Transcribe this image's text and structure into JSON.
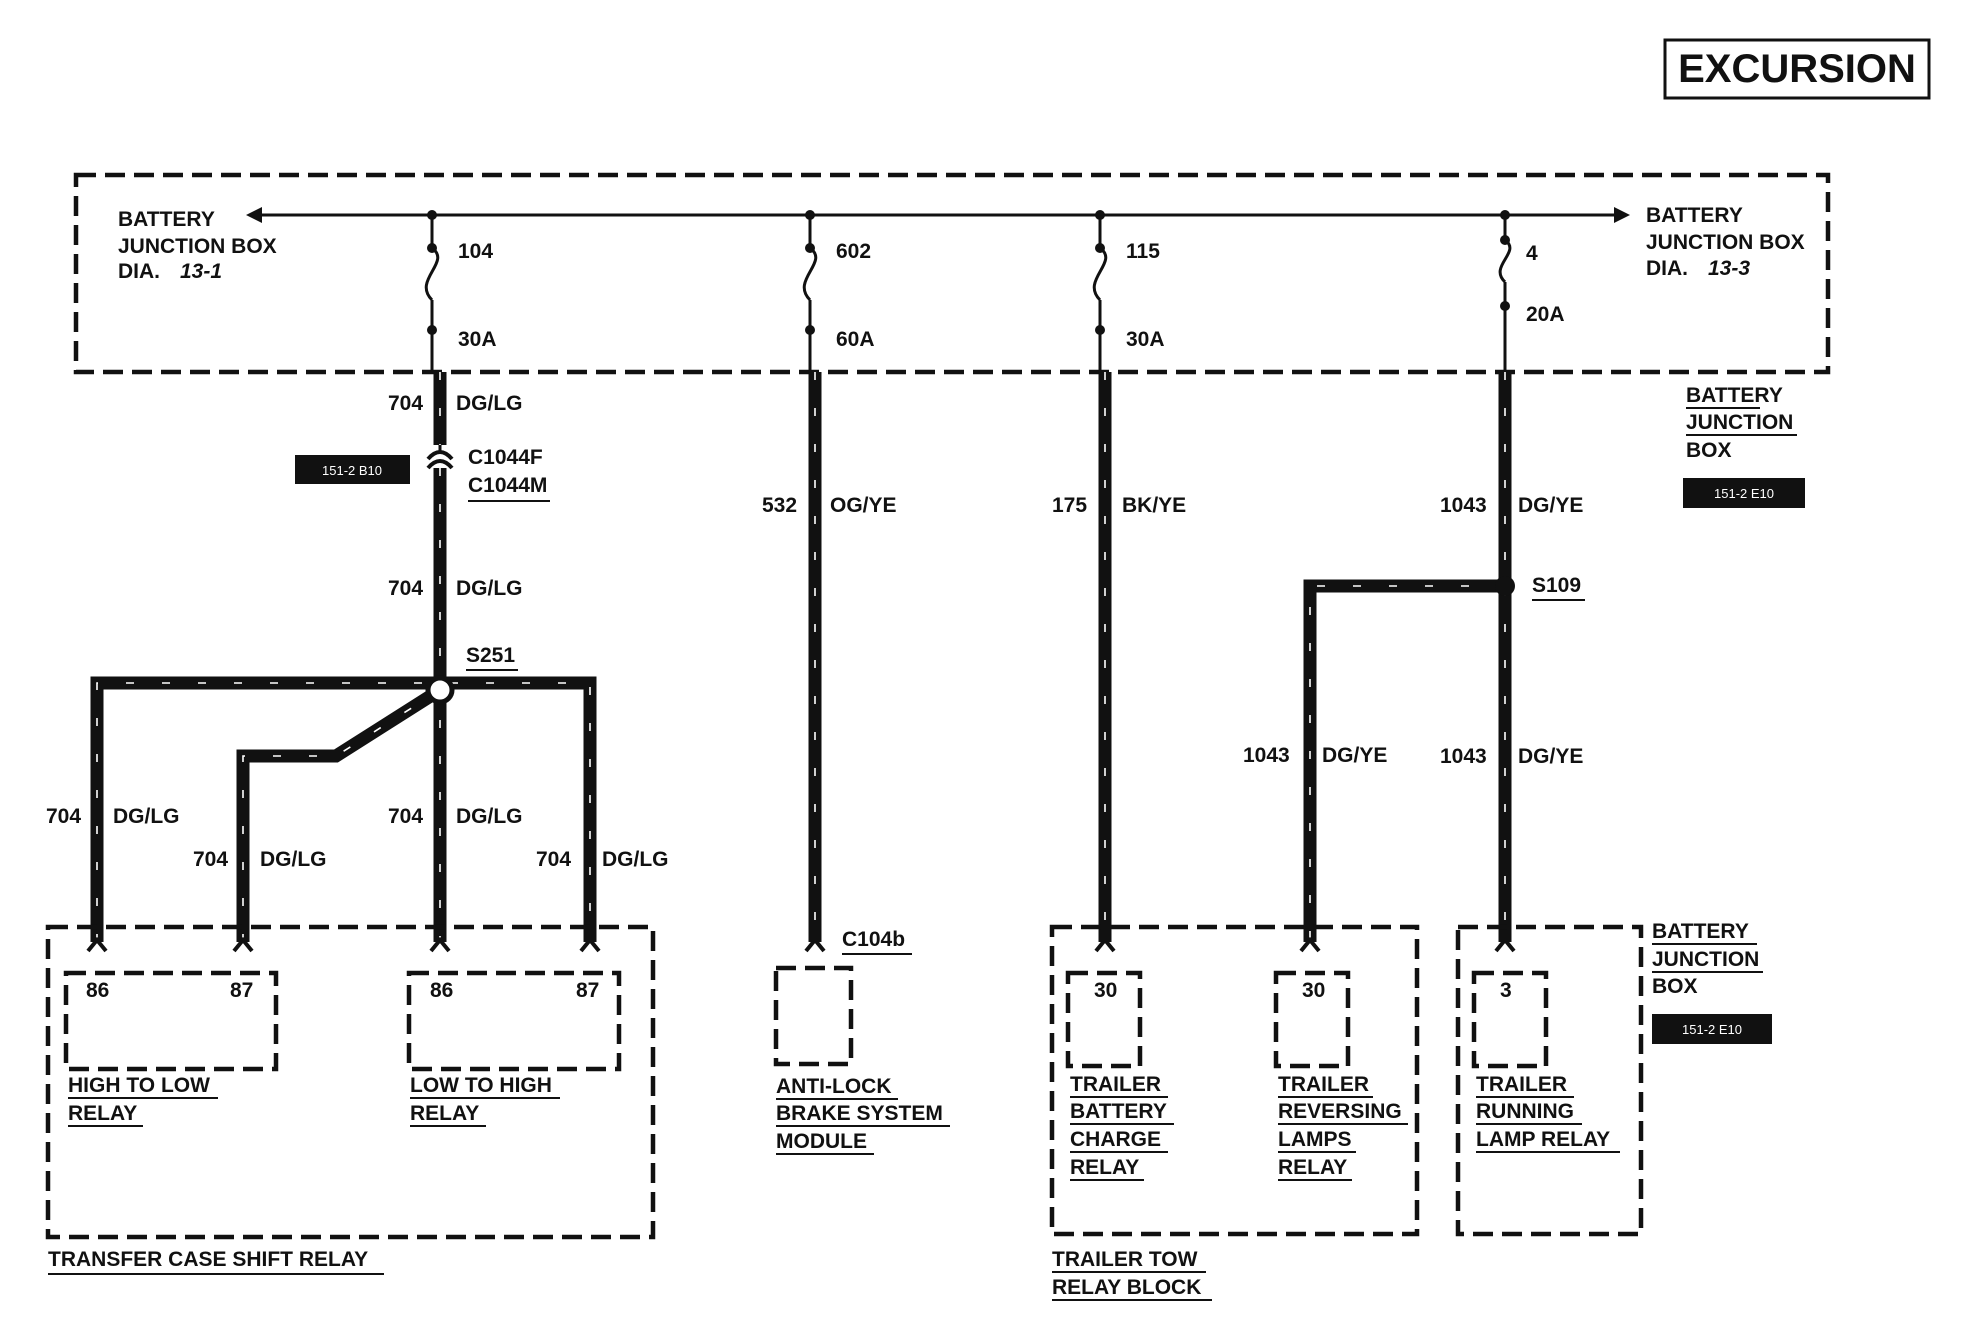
{
  "title": "EXCURSION",
  "bjb_label": "BATTERY JUNCTION BOX",
  "bus_left": {
    "line1": "BATTERY",
    "line2": "JUNCTION BOX",
    "line3": "DIA.",
    "dia": "13-1"
  },
  "bus_right": {
    "line1": "BATTERY",
    "line2": "JUNCTION BOX",
    "line3": "DIA.",
    "dia": "13-3"
  },
  "fuses": [
    {
      "id": "104",
      "rating": "30A"
    },
    {
      "id": "602",
      "rating": "60A"
    },
    {
      "id": "115",
      "rating": "30A"
    },
    {
      "id": "4",
      "rating": "20A"
    }
  ],
  "wires": {
    "w704": {
      "circuit": "704",
      "color": "DG/LG"
    },
    "w532": {
      "circuit": "532",
      "color": "OG/YE"
    },
    "w175": {
      "circuit": "175",
      "color": "BK/YE"
    },
    "w1043": {
      "circuit": "1043",
      "color": "DG/YE"
    }
  },
  "connectors": {
    "c1044f": "C1044F",
    "c1044m": "C1044M",
    "c104b": "C104b"
  },
  "splices": {
    "s251": "S251",
    "s109": "S109"
  },
  "refs": {
    "r1": "151-2 B10",
    "r2": "151-2 E10",
    "r3": "151-2 E10"
  },
  "junction_box_right": {
    "line1": "BATTERY",
    "line2": "JUNCTION",
    "line3": "BOX"
  },
  "junction_box_bottom": {
    "line1": "BATTERY",
    "line2": "JUNCTION",
    "line3": "BOX"
  },
  "pins": {
    "p86a": "86",
    "p87a": "87",
    "p86b": "86",
    "p87b": "87",
    "p30a": "30",
    "p30b": "30",
    "p3": "3"
  },
  "components": {
    "high_to_low": {
      "line1": "HIGH TO LOW",
      "line2": "RELAY"
    },
    "low_to_high": {
      "line1": "LOW TO HIGH",
      "line2": "RELAY"
    },
    "abs": {
      "line1": "ANTI-LOCK",
      "line2": "BRAKE SYSTEM",
      "line3": "MODULE"
    },
    "trailer_battery": {
      "line1": "TRAILER",
      "line2": "BATTERY",
      "line3": "CHARGE",
      "line4": "RELAY"
    },
    "trailer_reversing": {
      "line1": "TRAILER",
      "line2": "REVERSING",
      "line3": "LAMPS",
      "line4": "RELAY"
    },
    "trailer_running": {
      "line1": "TRAILER",
      "line2": "RUNNING",
      "line3": "LAMP RELAY"
    },
    "transfer_case": "TRANSFER CASE SHIFT RELAY",
    "trailer_tow": {
      "line1": "TRAILER TOW",
      "line2": "RELAY BLOCK"
    }
  }
}
